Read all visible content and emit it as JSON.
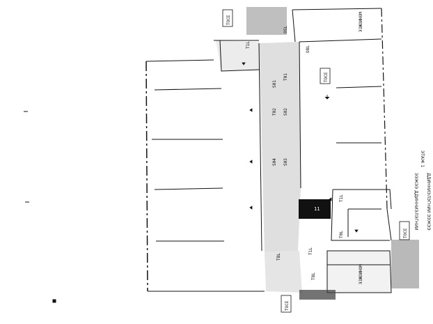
{
  "colors": {
    "wall": "#111111",
    "corridor": "#d9d9d9",
    "dark_room": "#111111",
    "hatch": "#555555"
  },
  "labels": {
    "top_tag": "TOCE",
    "bottom_tag": "TOCE",
    "right_tag": "TOCE",
    "right_room_top": "ЭЗЖОИНОМ",
    "right_room_bottom": "ЭЗЖОИНОМ",
    "center_tag": "TOCE",
    "dark_room": "11",
    "room_codes": [
      "T1L",
      "S01",
      "T01",
      "T02",
      "S02",
      "S04",
      "S03",
      "O8L",
      "OSL",
      "T8L",
      "T1L",
      "T0L",
      "T8L",
      "T1L"
    ],
    "title_line1": "ДДИННИЭЛЭГНИИ ЭЭЖЭЭ",
    "title_line2": "ЭТАЖ 1",
    "title_line3": "ЭЭЖЭЭ ДДИННИЭЛЭГНИИ"
  }
}
